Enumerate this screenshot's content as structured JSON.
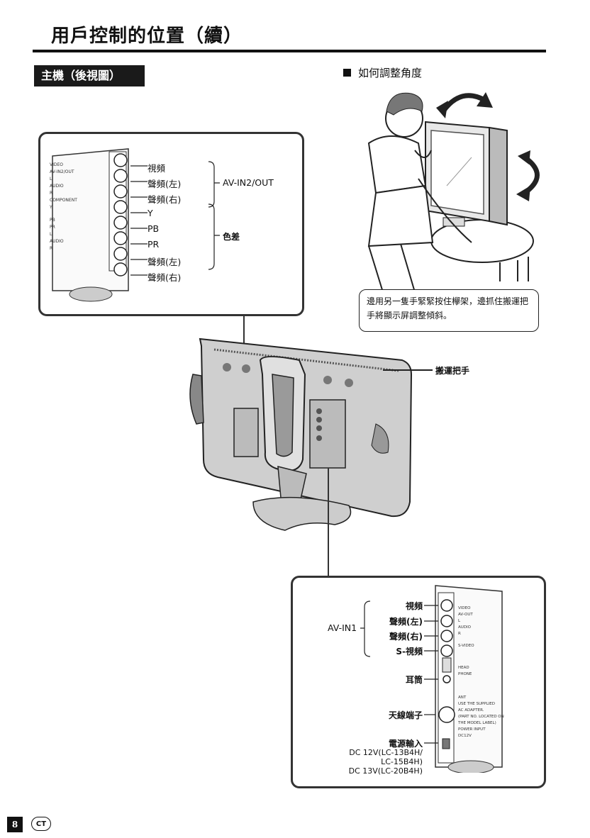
{
  "page": {
    "title": "用戶控制的位置（續）",
    "section": "主機（後視圖）",
    "howto": "如何調整角度",
    "caption": "邊用另一隻手緊緊按住欅架，邊抓住搬運把手將顯示屏調整傾斜。",
    "handle_label": "搬運把手",
    "page_number": "8",
    "lang_mark": "CT"
  },
  "top_panel": {
    "labels": [
      "視頻",
      "聲頻(左)",
      "聲頻(右)",
      "Y",
      "PB",
      "PR",
      "聲頻(左)",
      "聲頻(右)"
    ],
    "group_av": "AV-IN2/OUT",
    "group_color": "色差",
    "side_text": [
      "VIDEO",
      "AV-IN2/OUT",
      "L",
      "AUDIO",
      "R",
      "COMPONENT",
      "Y",
      "PB",
      "PR",
      "L",
      "AUDIO",
      "R"
    ]
  },
  "bottom_panel": {
    "labels": [
      "視頻",
      "聲頻(左)",
      "聲頻(右)",
      "S-視頻",
      "耳筒",
      "天線端子",
      "電源輸入"
    ],
    "group_av": "AV-IN1",
    "power_lines": [
      "DC 12V(LC-13B4H/",
      "LC-15B4H)",
      "DC 13V(LC-20B4H)"
    ],
    "side_text": [
      "VIDEO",
      "AV-OUT",
      "L",
      "AUDIO",
      "R",
      "S-VIDEO",
      "HEAD",
      "PHONE",
      "ANT",
      "USE THE SUPPLIED",
      "AC ADAPTER.",
      "(PART NO. LOCATED ON",
      "THE MODEL LABEL)",
      "POWER INPUT",
      "DC12V"
    ]
  }
}
